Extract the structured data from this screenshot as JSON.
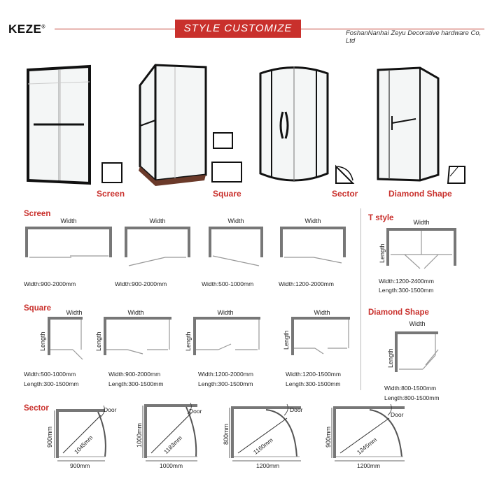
{
  "header": {
    "logo": "KEZE",
    "logo_mark": "®",
    "banner": "STYLE CUSTOMIZE",
    "company": "FoshanNanhai Zeyu Decorative hardware Co, Ltd"
  },
  "products": [
    {
      "label": "Screen"
    },
    {
      "label": "Square"
    },
    {
      "label": "Sector"
    },
    {
      "label": "Diamond Shape"
    }
  ],
  "screen": {
    "title": "Screen",
    "items": [
      {
        "width_label": "Width",
        "dim": "Width:900-2000mm"
      },
      {
        "width_label": "Width",
        "dim": "Width:900-2000mm"
      },
      {
        "width_label": "Width",
        "dim": "Width:500-1000mm"
      },
      {
        "width_label": "Width",
        "dim": "Width:1200-2000mm"
      }
    ]
  },
  "tstyle": {
    "title": "T style",
    "width_label": "Width",
    "length_label": "Length",
    "dim1": "Width:1200-2400mm",
    "dim2": "Length:300-1500mm"
  },
  "square": {
    "title": "Square",
    "items": [
      {
        "width_label": "Width",
        "length_label": "Length",
        "dim1": "Width:500-1000mm",
        "dim2": "Length:300-1500mm"
      },
      {
        "width_label": "Width",
        "length_label": "Length",
        "dim1": "Width:900-2000mm",
        "dim2": "Length:300-1500mm"
      },
      {
        "width_label": "Width",
        "length_label": "Length",
        "dim1": "Width:1200-2000mm",
        "dim2": "Length:300-1500mm"
      },
      {
        "width_label": "Width",
        "length_label": "Length",
        "dim1": "Width:1200-1500mm",
        "dim2": "Length:300-1500mm"
      }
    ]
  },
  "diamond": {
    "title": "Diamond Shape",
    "width_label": "Width",
    "length_label": "Length",
    "dim1": "Width:800-1500mm",
    "dim2": "Length:800-1500mm"
  },
  "sector": {
    "title": "Sector",
    "items": [
      {
        "side": "900mm",
        "bottom": "900mm",
        "diag": "1045mm",
        "door": "Door"
      },
      {
        "side": "1000mm",
        "bottom": "1000mm",
        "diag": "1183mm",
        "door": "Door"
      },
      {
        "side": "800mm",
        "bottom": "1200mm",
        "diag": "1160mm",
        "door": "Door"
      },
      {
        "side": "900mm",
        "bottom": "1200mm",
        "diag": "1245mm",
        "door": "Door"
      }
    ]
  }
}
